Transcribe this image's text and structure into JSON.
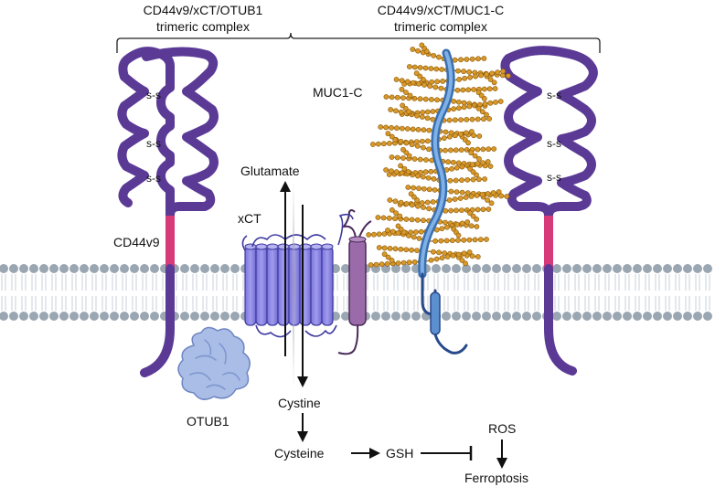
{
  "headers": {
    "left": {
      "line1": "CD44v9/xCT/OTUB1",
      "line2": "trimeric complex"
    },
    "right": {
      "line1": "CD44v9/xCT/MUC1-C",
      "line2": "trimeric complex"
    }
  },
  "labels": {
    "muc1c": "MUC1-C",
    "glutamate": "Glutamate",
    "xct": "xCT",
    "cd44v9": "CD44v9",
    "otub1": "OTUB1",
    "cystine": "Cystine",
    "cysteine": "Cysteine",
    "gsh": "GSH",
    "ros": "ROS",
    "ferroptosis": "Ferroptosis",
    "disulfide": "s-s"
  },
  "colors": {
    "cd44": "#5b3a96",
    "cd44_tm": "#d63a79",
    "xct_fill": "#8b86e6",
    "xct_stroke": "#3e3aa0",
    "muc1_helix": "#5b8fd0",
    "glycan": "#d8982a",
    "membrane_head": "#9aa6b2",
    "otub1": "#a9bde6",
    "side_protein": "#8c5f95"
  }
}
